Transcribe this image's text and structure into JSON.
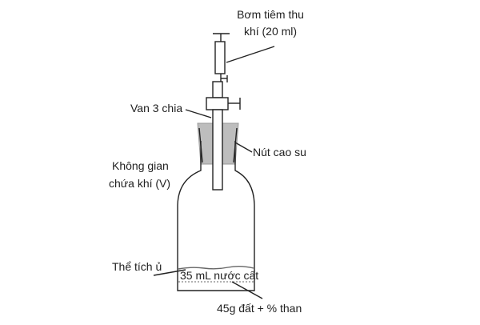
{
  "labels": {
    "syringe_line1": "Bơm tiêm thu",
    "syringe_line2": "khí (20 ml)",
    "valve": "Van 3 chia",
    "stopper": "Nút cao su",
    "headspace_line1": "Không gian",
    "headspace_line2": "chứa khí (V)",
    "incubation_volume": "Thể tích ủ",
    "water": "35 mL nước cất",
    "soil": "45g đất + % than"
  },
  "colors": {
    "stroke": "#222222",
    "stopper_fill": "#bdbdbd"
  }
}
